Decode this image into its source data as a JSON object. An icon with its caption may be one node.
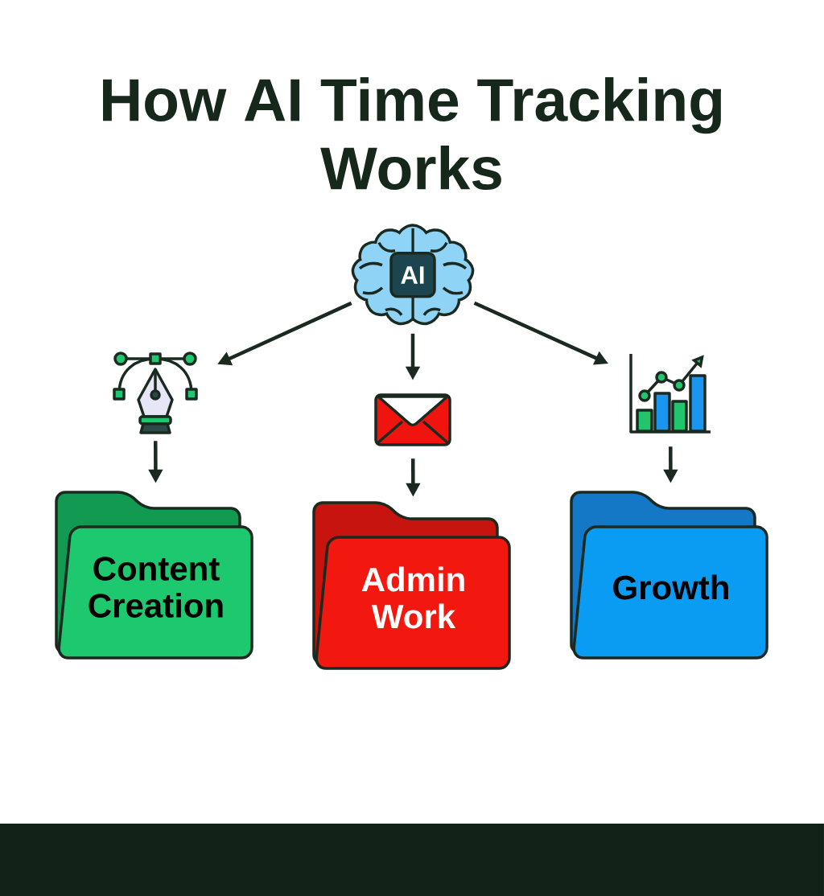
{
  "diagram": {
    "title": "How AI Time Tracking Works",
    "nodes": [
      {
        "text": [
          "AI"
        ]
      },
      {
        "text": [],
        "shape": "picture"
      },
      {
        "text": [],
        "shape": "picture"
      },
      {
        "text": [],
        "shape": "picture"
      },
      {
        "text": [
          "Content Creation"
        ]
      },
      {
        "text": [
          "Admin Work"
        ]
      },
      {
        "text": [
          "Growth"
        ]
      }
    ],
    "edges": [
      {
        "from": 0,
        "to": 1,
        "arrow": "to"
      },
      {
        "from": 0,
        "to": 2,
        "arrow": "to"
      },
      {
        "from": 0,
        "to": 3,
        "arrow": "to"
      },
      {
        "from": 1,
        "to": 4,
        "arrow": "to"
      },
      {
        "from": 2,
        "to": 5,
        "arrow": "to"
      },
      {
        "from": 3,
        "to": 6,
        "arrow": "to"
      }
    ]
  }
}
